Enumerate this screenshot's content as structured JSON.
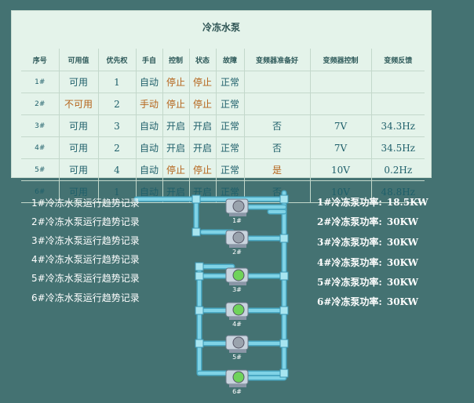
{
  "panel": {
    "title": "冷冻水泵",
    "columns": [
      "序号",
      "可用值",
      "优先权",
      "手自",
      "控制",
      "状态",
      "故障",
      "变频器准备好",
      "变频器控制",
      "变频反馈"
    ],
    "rows": [
      {
        "id": "1#",
        "avail": "可用",
        "priority": "1",
        "mode": "自动",
        "ctrl": "停止",
        "status": "停止",
        "fault": "正常",
        "vfd_ready": "",
        "vfd_ctrl": "",
        "vfd_fb": ""
      },
      {
        "id": "2#",
        "avail": "不可用",
        "priority": "2",
        "mode": "手动",
        "ctrl": "停止",
        "status": "停止",
        "fault": "正常",
        "vfd_ready": "",
        "vfd_ctrl": "",
        "vfd_fb": ""
      },
      {
        "id": "3#",
        "avail": "可用",
        "priority": "3",
        "mode": "自动",
        "ctrl": "开启",
        "status": "开启",
        "fault": "正常",
        "vfd_ready": "否",
        "vfd_ctrl": "7V",
        "vfd_fb": "34.3Hz"
      },
      {
        "id": "4#",
        "avail": "可用",
        "priority": "2",
        "mode": "自动",
        "ctrl": "开启",
        "status": "开启",
        "fault": "正常",
        "vfd_ready": "否",
        "vfd_ctrl": "7V",
        "vfd_fb": "34.5Hz"
      },
      {
        "id": "5#",
        "avail": "可用",
        "priority": "4",
        "mode": "自动",
        "ctrl": "停止",
        "status": "停止",
        "fault": "正常",
        "vfd_ready": "是",
        "vfd_ctrl": "10V",
        "vfd_fb": "0.2Hz"
      },
      {
        "id": "6#",
        "avail": "可用",
        "priority": "1",
        "mode": "自动",
        "ctrl": "开启",
        "status": "开启",
        "fault": "正常",
        "vfd_ready": "否",
        "vfd_ctrl": "10V",
        "vfd_fb": "48.8Hz"
      }
    ]
  },
  "trend_links": [
    "1#冷冻水泵运行趋势记录",
    "2#冷冻水泵运行趋势记录",
    "3#冷冻水泵运行趋势记录",
    "4#冷冻水泵运行趋势记录",
    "5#冷冻水泵运行趋势记录",
    "6#冷冻水泵运行趋势记录"
  ],
  "power": [
    {
      "label": "1#冷冻泵功率:",
      "value": "18.5KW"
    },
    {
      "label": "2#冷冻泵功率:",
      "value": "30KW"
    },
    {
      "label": "3#冷冻泵功率:",
      "value": "30KW"
    },
    {
      "label": "4#冷冻泵功率:",
      "value": "30KW"
    },
    {
      "label": "5#冷冻泵功率:",
      "value": "30KW"
    },
    {
      "label": "6#冷冻泵功率:",
      "value": "30KW"
    }
  ],
  "pumps": [
    {
      "label": "1#",
      "running": false
    },
    {
      "label": "2#",
      "running": false
    },
    {
      "label": "3#",
      "running": true
    },
    {
      "label": "4#",
      "running": true
    },
    {
      "label": "5#",
      "running": false
    },
    {
      "label": "6#",
      "running": true
    }
  ],
  "colors": {
    "background": "#447272",
    "panel": "#e4f3ea",
    "pipe": "#7fd3e6",
    "pipe_shade": "#4aa9c4",
    "running": "#6fd35a",
    "stopped": "#9aa3ad",
    "warn_text": "#b5641b"
  }
}
